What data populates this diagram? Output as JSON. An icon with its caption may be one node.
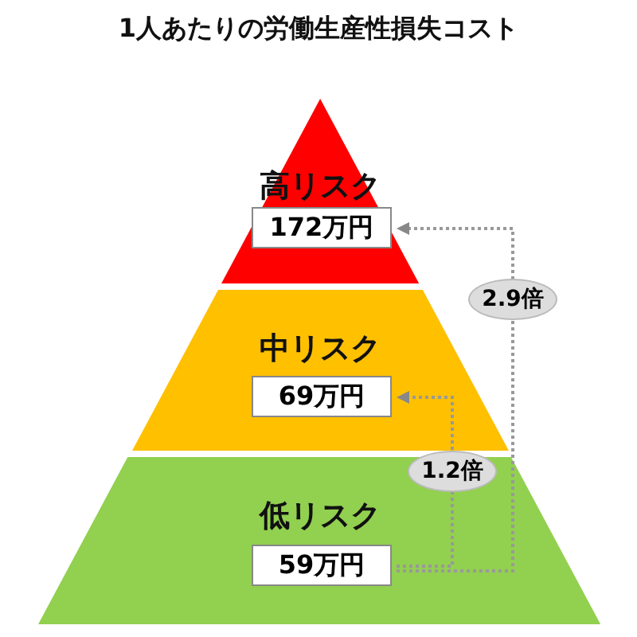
{
  "diagram": {
    "title": "1人あたりの労働生産性損失コスト",
    "nodes": [
      {
        "text": [
          "高リスク"
        ]
      },
      {
        "text": [
          "172万円"
        ],
        "in": 0
      },
      {
        "text": [
          "中リスク"
        ]
      },
      {
        "text": [
          "69万円"
        ],
        "in": 2
      },
      {
        "text": [
          "低リスク"
        ]
      },
      {
        "text": [
          "59万円"
        ],
        "in": 4
      }
    ],
    "edges": [
      {
        "from": 5,
        "to": 3,
        "arrow": "to",
        "label": "1.2倍",
        "style": "dashed"
      },
      {
        "from": 5,
        "to": 1,
        "arrow": "to",
        "label": "2.9倍",
        "style": "dashed"
      }
    ]
  }
}
